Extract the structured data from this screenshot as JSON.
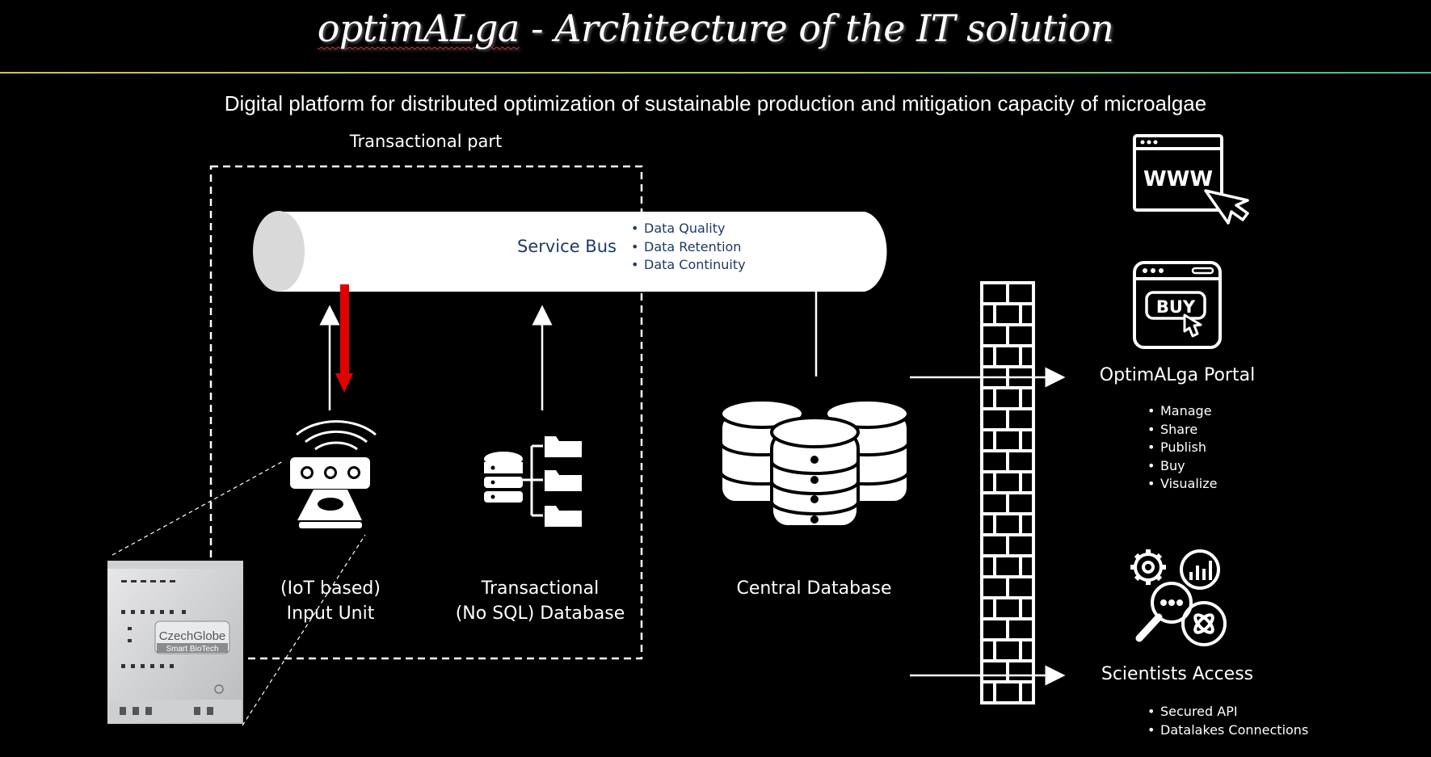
{
  "title": {
    "brand": "optimALga",
    "rest": " - Architecture of the IT solution"
  },
  "subtitle": "Digital platform for distributed optimization of sustainable production and mitigation capacity of microalgae",
  "transactional_label": "Transactional part",
  "service_bus": {
    "label": "Service Bus",
    "bullets": [
      "Data Quality",
      "Data Retention",
      "Data Continuity"
    ]
  },
  "input_unit": {
    "line1": "(IoT based)",
    "line2": "Input Unit"
  },
  "transactional_db": {
    "line1": "Transactional",
    "line2": "(No SQL) Database"
  },
  "central_db": {
    "label": "Central Database"
  },
  "device": {
    "brand": "CzechGlobe",
    "sub": "Smart BioTech"
  },
  "portal": {
    "label": "OptimALga Portal",
    "buy_text": "BUY",
    "www_text": "WWW",
    "bullets": [
      "Manage",
      "Share",
      "Publish",
      "Buy",
      "Visualize"
    ]
  },
  "scientists": {
    "label": "Scientists Access",
    "bullets": [
      "Secured API",
      "Datalakes Connections"
    ]
  },
  "colors": {
    "background": "#000000",
    "accent_red": "#e00000",
    "bus_text": "#1f3a66",
    "rule_left": "#d4c24a",
    "rule_right": "#3fbf8f"
  }
}
